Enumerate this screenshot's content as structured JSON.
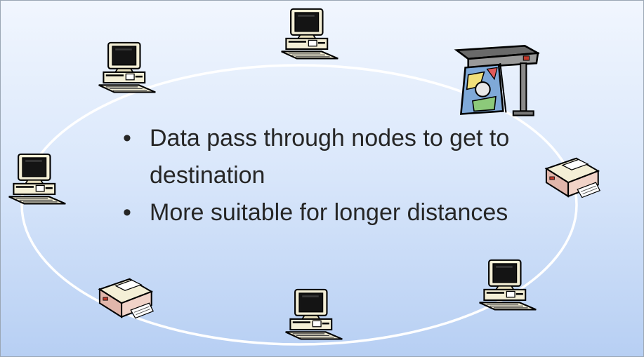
{
  "bullets": [
    {
      "text": "Data pass through nodes to get to destination"
    },
    {
      "text": "More suitable for longer distances"
    }
  ],
  "bullet_glyph": "•",
  "nodes": [
    {
      "name": "computer-node-top",
      "icon": "computer-icon"
    },
    {
      "name": "plotter-node-top-right",
      "icon": "plotter-icon"
    },
    {
      "name": "printer-node-right",
      "icon": "printer-icon"
    },
    {
      "name": "computer-node-bottom-right",
      "icon": "computer-icon"
    },
    {
      "name": "computer-node-bottom",
      "icon": "computer-icon"
    },
    {
      "name": "printer-node-bottom-left",
      "icon": "printer-icon"
    },
    {
      "name": "computer-node-left",
      "icon": "computer-icon"
    },
    {
      "name": "computer-node-top-left",
      "icon": "computer-icon"
    }
  ],
  "colors": {
    "background_top": "#f1f6fe",
    "background_bottom": "#b7cff3",
    "ring": "#ffffff",
    "device_body": "#f4efd6",
    "screen": "#111111",
    "text": "#262626"
  }
}
